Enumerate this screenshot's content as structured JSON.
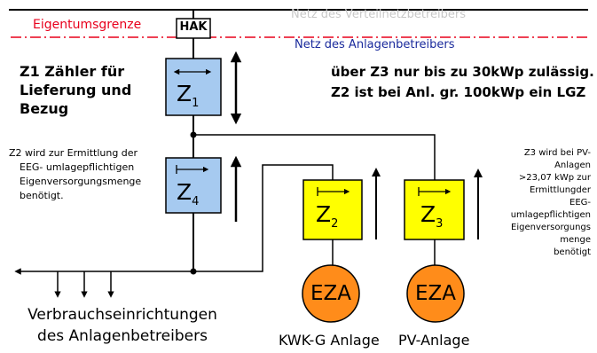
{
  "grid_labels": {
    "eigentumsgrenze": "Eigentumsgrenze",
    "hak": "HAK",
    "netz_verteilnetz": "Netz des Verteilnetzbetreibers",
    "netz_anlagen": "Netz des Anlagenbetreibers"
  },
  "meters": {
    "z1": {
      "letter": "Z",
      "sub": "1"
    },
    "z4": {
      "letter": "Z",
      "sub": "4"
    },
    "z2": {
      "letter": "Z",
      "sub": "2"
    },
    "z3": {
      "letter": "Z",
      "sub": "3"
    }
  },
  "generators": {
    "kwk": {
      "label": "EZA",
      "caption": "KWK-G Anlage"
    },
    "pv": {
      "label": "EZA",
      "caption": "PV-Anlage"
    }
  },
  "notes": {
    "z1_lines": [
      "Z1  Zähler für",
      "Lieferung und",
      "Bezug"
    ],
    "z3_limit": "über Z3 nur bis zu 30kWp zulässig.",
    "z2_lgz": "Z2 ist bei Anl. gr. 100kWp ein LGZ",
    "z2_lines": [
      "Z2 wird zur Ermittlung der",
      "EEG- umlagepflichtigen",
      "Eigenversorgungsmenge",
      "benötigt."
    ],
    "z3_lines": [
      "Z3 wird bei PV-",
      "Anlagen",
      ">23,07 kWp zur",
      "Ermittlungder",
      "EEG-",
      "umlagepflichtigen",
      "Eigenversorgungs",
      "menge",
      "benötigt"
    ],
    "consumers_lines": [
      "Verbrauchseinrichtungen",
      "des Anlagenbetreibers"
    ]
  },
  "colors": {
    "boundary": "#e8001c",
    "netz_verteilnetz": "#c8c8c8",
    "netz_anlagen": "#1a2a9c",
    "meter_blue": "#a6caf0",
    "meter_yellow": "#ffff00",
    "eza_orange": "#ff8c1a",
    "line": "#000000"
  }
}
